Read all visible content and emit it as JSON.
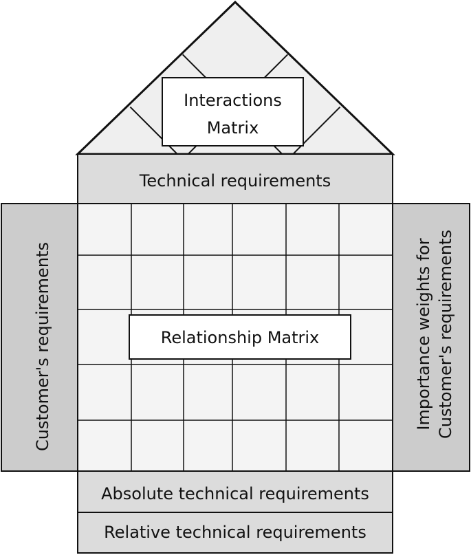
{
  "diagram": {
    "roof_label_line1": "Interactions",
    "roof_label_line2": "Matrix",
    "technical_requirements": "Technical requirements",
    "customers_requirements": "Customer's requirements",
    "importance_line1": "Importance weights for",
    "importance_line2": "Customer's requirements",
    "relationship_matrix": "Relationship Matrix",
    "absolute_technical_requirements": "Absolute technical requirements",
    "relative_technical_requirements": "Relative technical requirements"
  },
  "colors": {
    "panel_fill": "#dcdcdc",
    "side_fill": "#cccccc",
    "grid_fill": "#f4f4f4",
    "roof_fill": "#efefef",
    "line": "#111111"
  }
}
